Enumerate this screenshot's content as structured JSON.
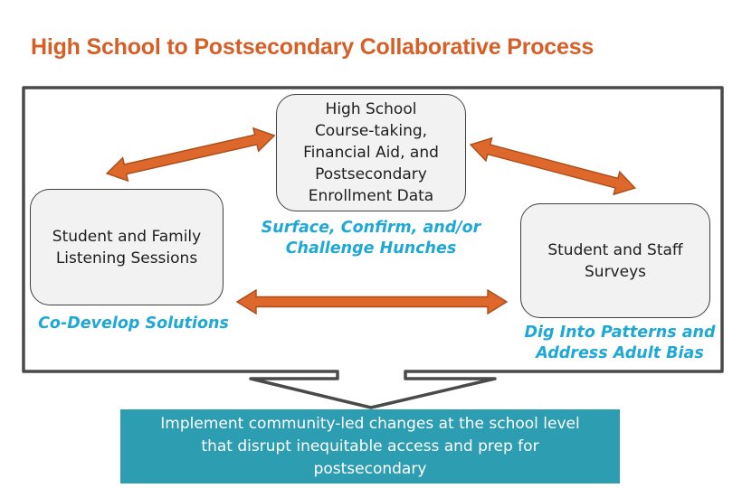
{
  "title": "High School to Postsecondary Collaborative Process",
  "colors": {
    "title": "#D55F27",
    "arrow_fill": "#DE682B",
    "arrow_outline": "#A94E1A",
    "blue_label": "#1FA8D5",
    "banner_background": "#2D9DB2",
    "banner_text": "#FFFFFF",
    "node_background": "#F2F2F2",
    "frame_stroke": "#4A4A4A"
  },
  "nodes": {
    "data": {
      "lines": [
        "High School",
        "Course-taking,",
        "Financial Aid, and",
        "Postsecondary",
        "Enrollment Data"
      ]
    },
    "listening": {
      "lines": [
        "Student and Family",
        "Listening Sessions"
      ]
    },
    "surveys": {
      "lines": [
        "Student and Staff",
        "Surveys"
      ]
    }
  },
  "labels": {
    "data": {
      "lines": [
        "Surface, Confirm, and/or",
        "Challenge Hunches"
      ]
    },
    "listening": {
      "lines": [
        "Co-Develop Solutions"
      ]
    },
    "surveys": {
      "lines": [
        "Dig Into Patterns and",
        "Address Adult Bias"
      ]
    }
  },
  "banner": {
    "lines": [
      "Implement community-led changes at the school level",
      "that disrupt inequitable access and prep for",
      "postsecondary"
    ]
  },
  "connections": [
    {
      "from": "listening-sessions",
      "to": "enrollment-data",
      "type": "double-arrow"
    },
    {
      "from": "enrollment-data",
      "to": "surveys",
      "type": "double-arrow"
    },
    {
      "from": "listening-sessions",
      "to": "surveys",
      "type": "double-arrow"
    },
    {
      "from": "process-frame",
      "to": "banner",
      "type": "funnel-chevron"
    }
  ]
}
